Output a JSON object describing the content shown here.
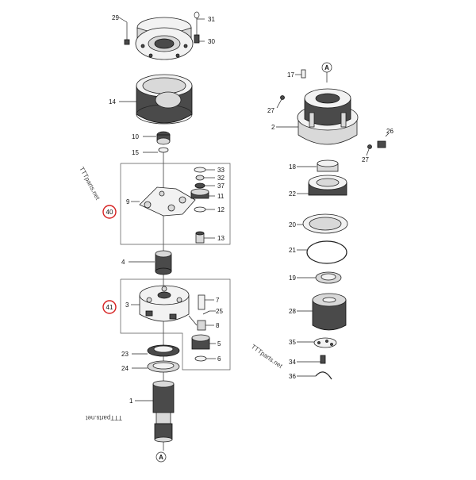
{
  "diagram": {
    "watermarks": [
      "TTTparts.net",
      "TTTparts.net",
      "TTTparts.net"
    ],
    "callouts": [
      "40",
      "41"
    ],
    "connector_marks": [
      "A",
      "A"
    ],
    "part_numbers": {
      "p1": "1",
      "p2": "2",
      "p3": "3",
      "p4": "4",
      "p5": "5",
      "p6": "6",
      "p7": "7",
      "p8": "8",
      "p9": "9",
      "p10": "10",
      "p11": "11",
      "p12": "12",
      "p13": "13",
      "p14": "14",
      "p15": "15",
      "p17": "17",
      "p18": "18",
      "p19": "19",
      "p20": "20",
      "p21": "21",
      "p22": "22",
      "p23": "23",
      "p24": "24",
      "p25": "25",
      "p26": "26",
      "p27a": "27",
      "p27b": "27",
      "p28": "28",
      "p29": "29",
      "p30": "30",
      "p31": "31",
      "p32": "32",
      "p33": "33",
      "p34": "34",
      "p35": "35",
      "p36": "36",
      "p37": "37"
    }
  }
}
